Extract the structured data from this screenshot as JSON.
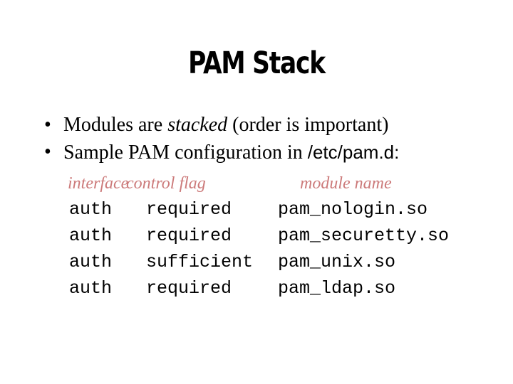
{
  "slide": {
    "title": "PAM Stack",
    "bullet_marker": "•",
    "bullets": [
      {
        "lead": "Modules are ",
        "emphasis": "stacked",
        "tail": " (order is important)"
      },
      {
        "lead": "Sample PAM configuration in ",
        "path": "/etc/pam.d:"
      }
    ],
    "config_table": {
      "header_color": "#cc7a7a",
      "headers": {
        "interface": "interface",
        "control_flag": "control flag",
        "module_name": "module name"
      },
      "rows": [
        {
          "interface": "auth",
          "control_flag": "required",
          "module_name": "pam_nologin.so"
        },
        {
          "interface": "auth",
          "control_flag": "required",
          "module_name": "pam_securetty.so"
        },
        {
          "interface": "auth",
          "control_flag": "sufficient",
          "module_name": "pam_unix.so"
        },
        {
          "interface": "auth",
          "control_flag": "required",
          "module_name": "pam_ldap.so"
        }
      ]
    }
  }
}
